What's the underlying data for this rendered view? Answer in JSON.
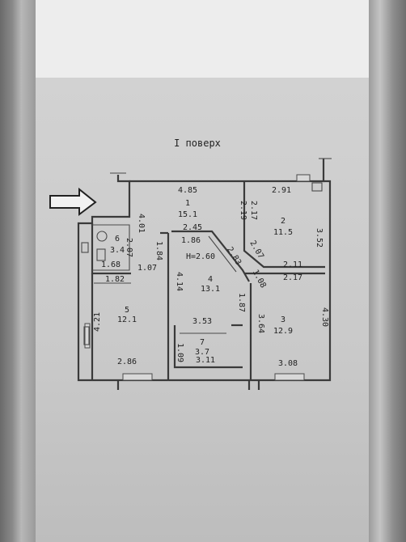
{
  "floor_title": "I поверх",
  "rooms": [
    {
      "id": "1",
      "area": "15.1"
    },
    {
      "id": "2",
      "area": "11.5"
    },
    {
      "id": "3",
      "area": "12.9"
    },
    {
      "id": "4",
      "area": "13.1"
    },
    {
      "id": "5",
      "area": "12.1"
    },
    {
      "id": "6",
      "area": "3.4"
    },
    {
      "id": "7",
      "area": "3.7"
    }
  ],
  "height_label": "H=2.60",
  "dimensions": {
    "d485": "4.85",
    "d291": "2.91",
    "d219": "2.19",
    "d217a": "2.17",
    "d401": "4.01",
    "d207a": "2.07",
    "d245": "2.45",
    "d352": "3.52",
    "d186": "1.86",
    "d283": "2.83",
    "d207b": "2.07",
    "d211": "2.11",
    "d184": "1.84",
    "d168": "1.68",
    "d107": "1.07",
    "d108": "1.08",
    "d182": "1.82",
    "d217b": "2.17",
    "d414": "4.14",
    "d187": "1.87",
    "d364": "3.64",
    "d430": "4.30",
    "d421": "4.21",
    "d353": "3.53",
    "d109": "1.09",
    "d311": "3.11",
    "d286": "2.86",
    "d308": "3.08"
  }
}
